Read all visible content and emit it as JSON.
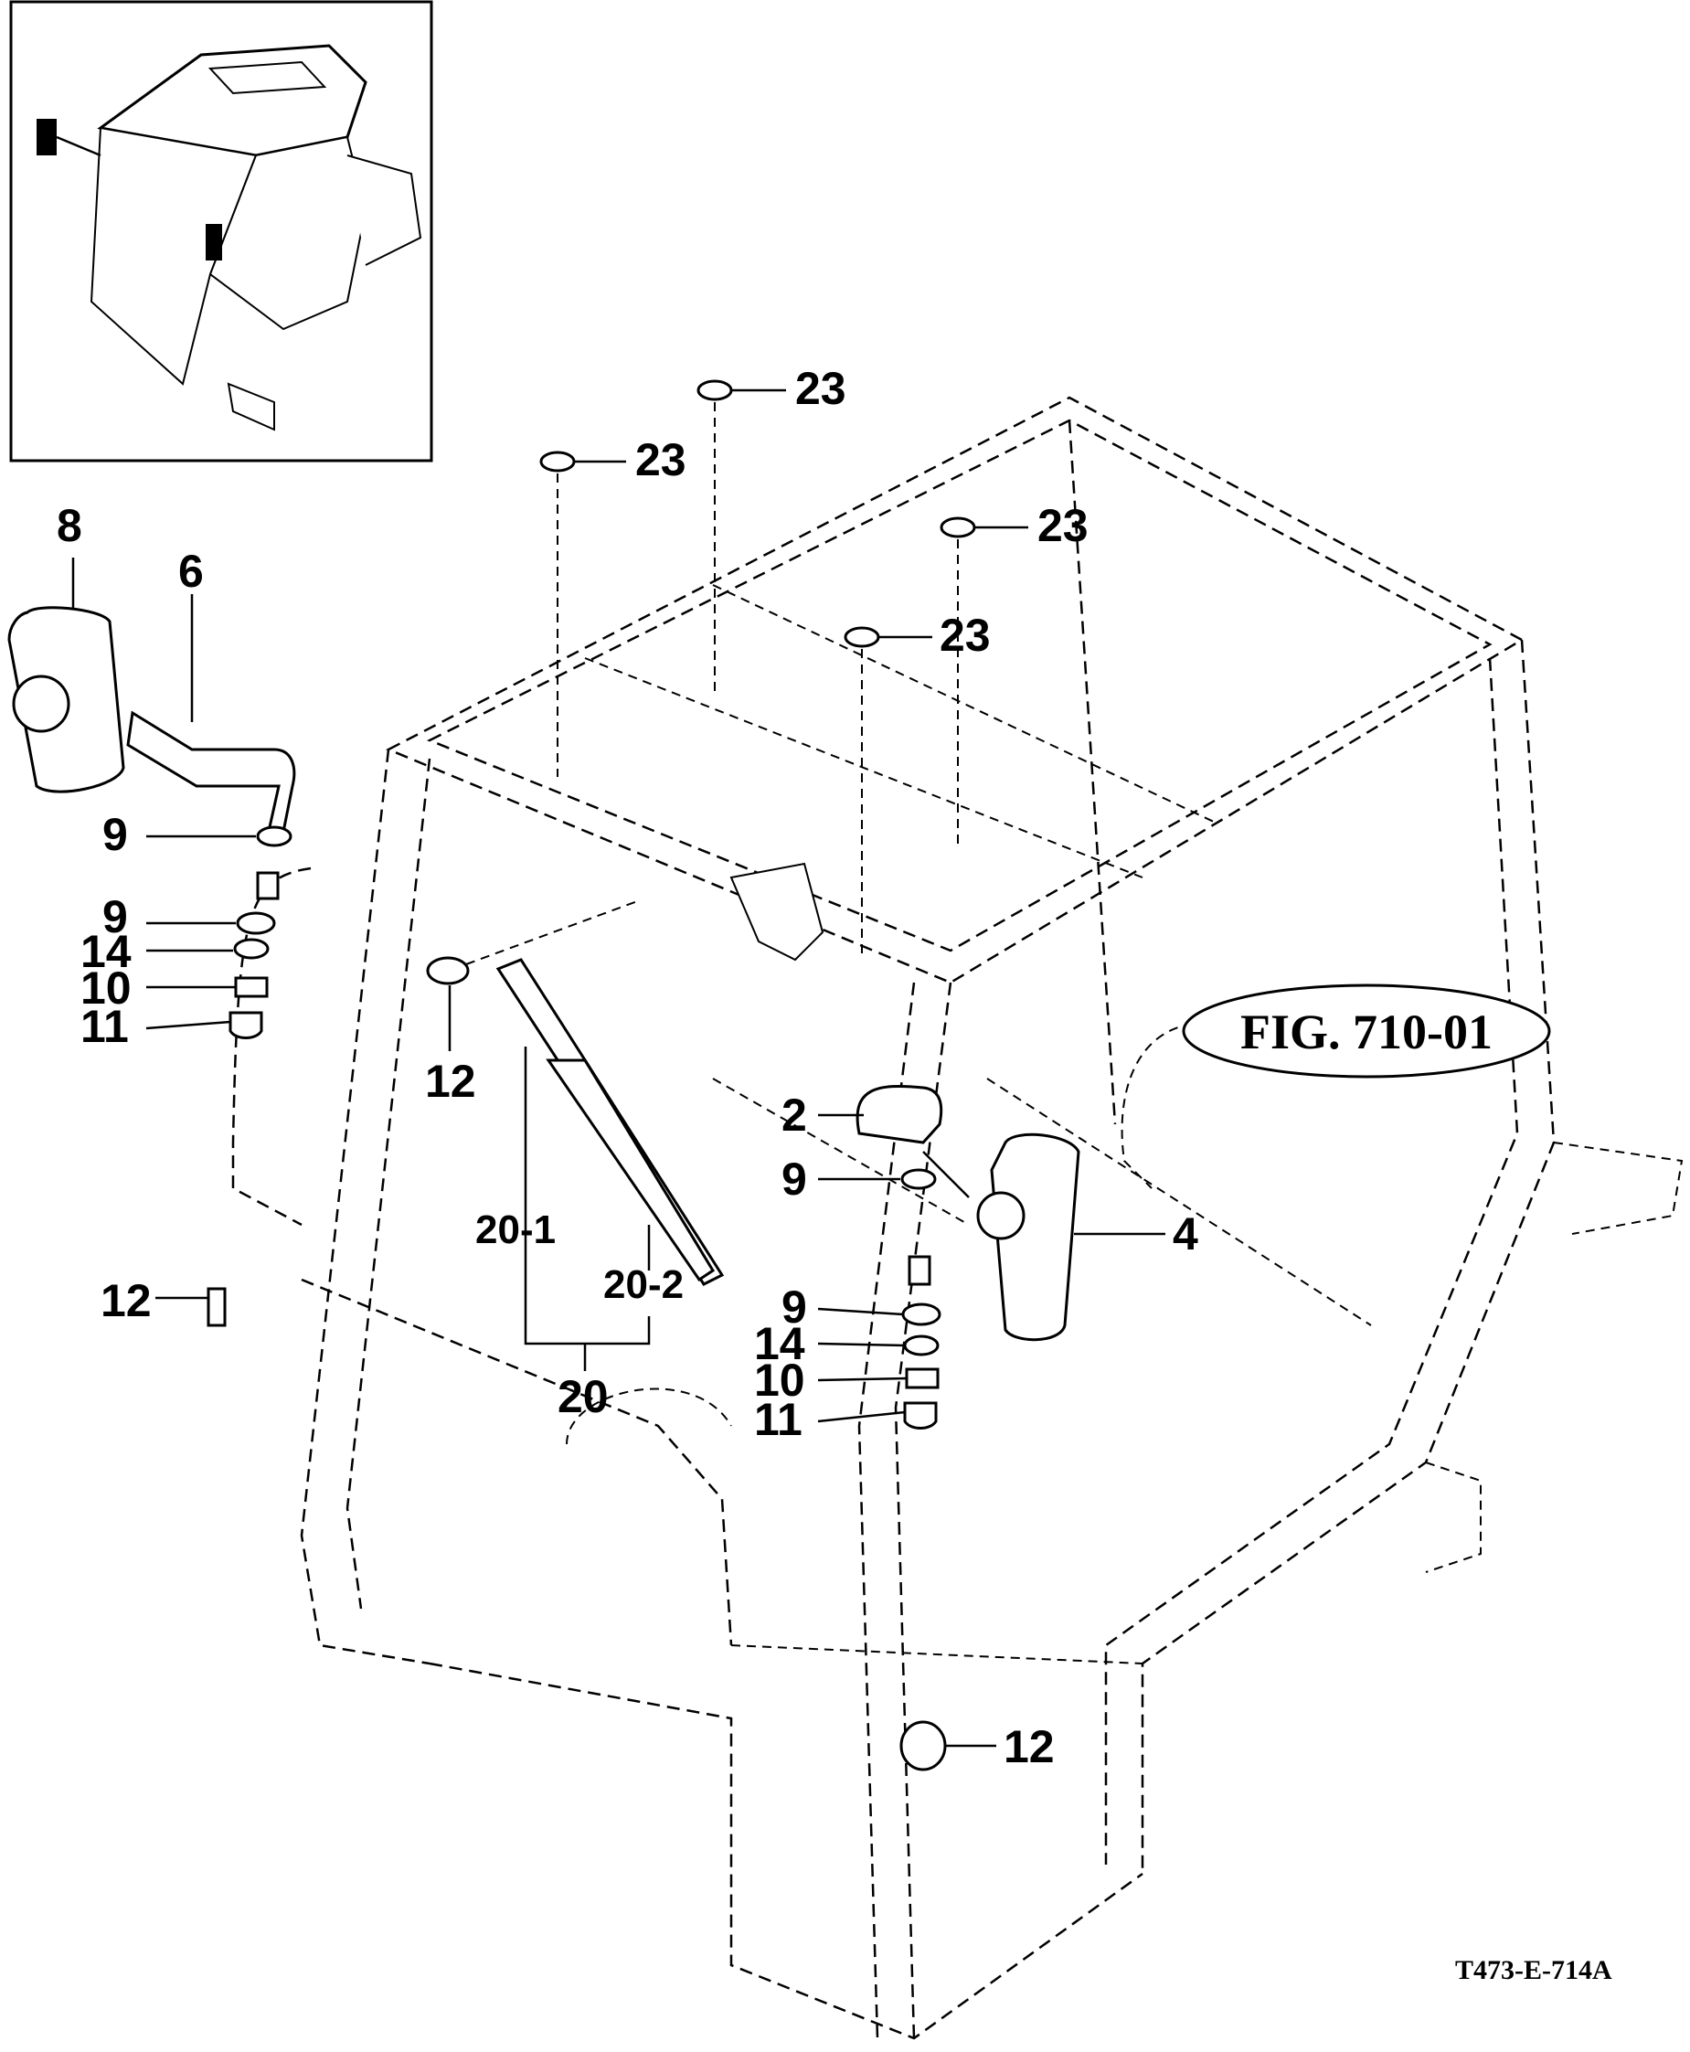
{
  "callouts": {
    "c23a": "23",
    "c23b": "23",
    "c23c": "23",
    "c23d": "23",
    "c8": "8",
    "c6": "6",
    "c9a": "9",
    "c9b": "9",
    "c14a": "14",
    "c10a": "10",
    "c11a": "11",
    "c12a": "12",
    "c12b": "12",
    "c12c": "12",
    "c201": "20-1",
    "c202": "20-2",
    "c20": "20",
    "c2": "2",
    "c9c": "9",
    "c4": "4",
    "c9d": "9",
    "c14b": "14",
    "c10b": "10",
    "c11b": "11"
  },
  "fig_reference": "FIG. 710-01",
  "drawing_code": "T473-E-714A"
}
